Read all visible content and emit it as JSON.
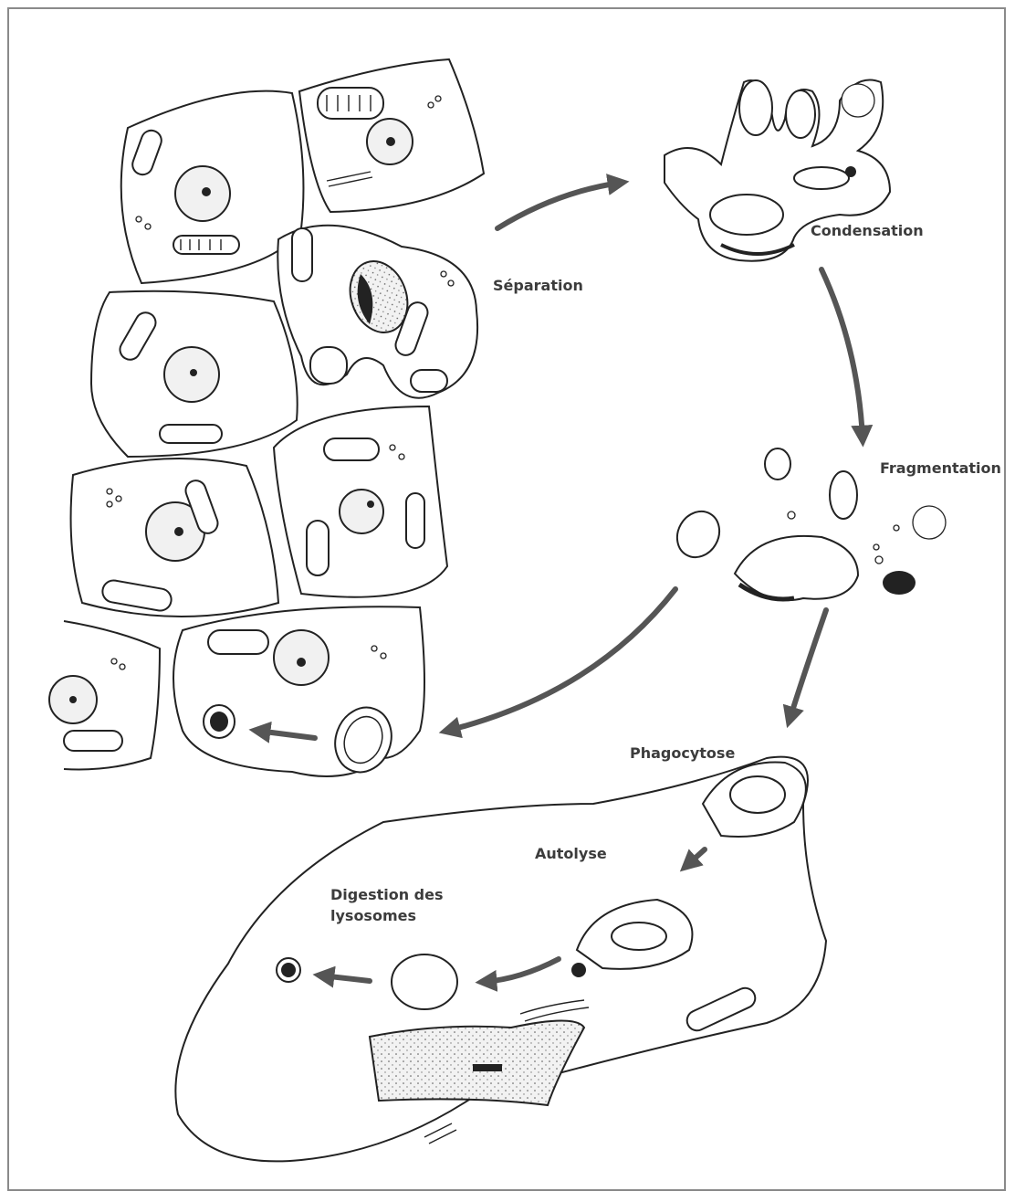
{
  "colors": {
    "frame": "#8a8a8a",
    "arrow": "#555555",
    "label": "#3c3c3c",
    "outline": "#222222"
  },
  "labels": {
    "separation": "Séparation",
    "condensation": "Condensation",
    "fragmentation": "Fragmentation",
    "phagocytose": "Phagocytose",
    "autolyse": "Autolyse",
    "digestion_line1": "Digestion des",
    "digestion_line2": "lysosomes"
  }
}
